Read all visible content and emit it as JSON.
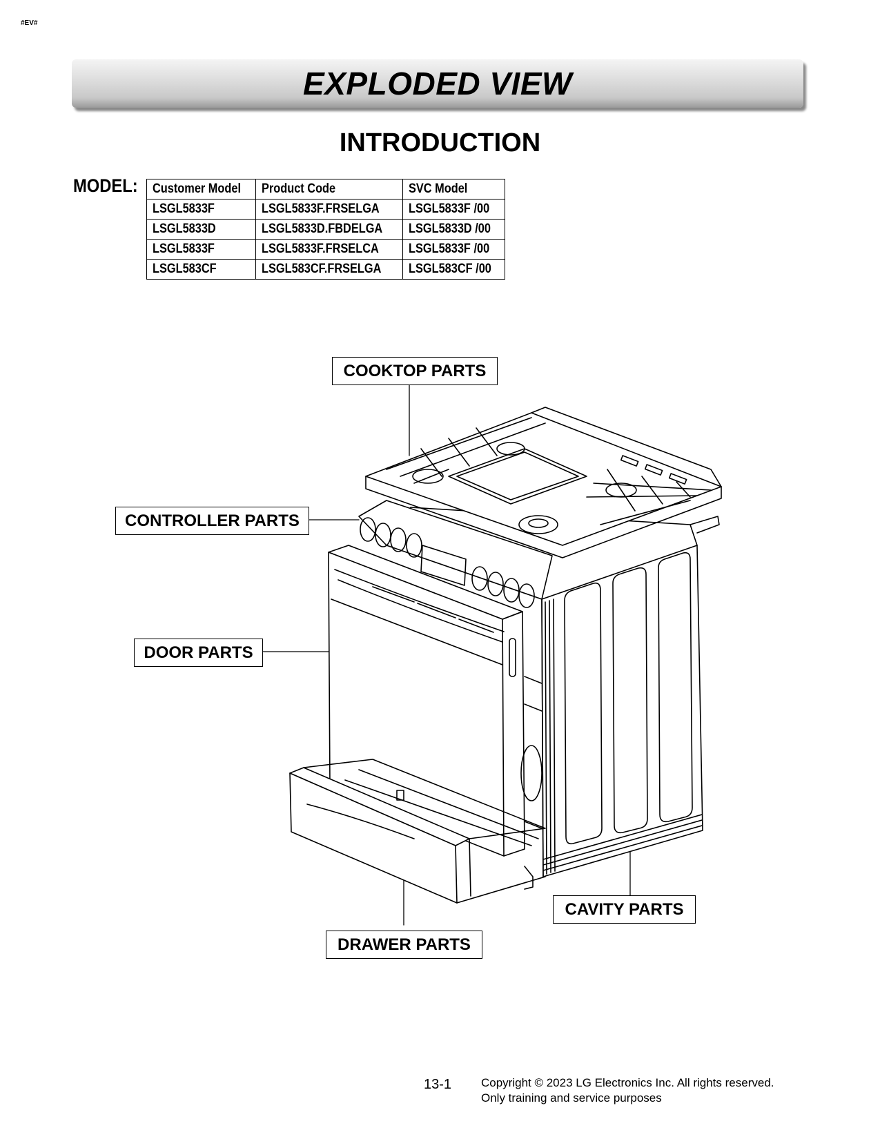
{
  "doc_tag": "#EV#",
  "banner_title": "EXPLODED VIEW",
  "section_title": "INTRODUCTION",
  "model_label": "MODEL:",
  "model_table": {
    "headers": [
      "Customer Model",
      "Product Code",
      "SVC Model"
    ],
    "rows": [
      [
        "LSGL5833F",
        "LSGL5833F.FRSELGA",
        "LSGL5833F  /00"
      ],
      [
        "LSGL5833D",
        "LSGL5833D.FBDELGA",
        "LSGL5833D  /00"
      ],
      [
        "LSGL5833F",
        "LSGL5833F.FRSELCA",
        "LSGL5833F  /00"
      ],
      [
        "LSGL583CF",
        "LSGL583CF.FRSELGA",
        "LSGL583CF  /00"
      ]
    ]
  },
  "callouts": {
    "cooktop": "COOKTOP PARTS",
    "controller": "CONTROLLER PARTS",
    "door": "DOOR PARTS",
    "cavity": "CAVITY PARTS",
    "drawer": "DRAWER PARTS"
  },
  "footer": {
    "page_number": "13-1",
    "copyright": "Copyright © 2023 LG Electronics Inc. All rights reserved.",
    "note": "Only training and service purposes"
  }
}
